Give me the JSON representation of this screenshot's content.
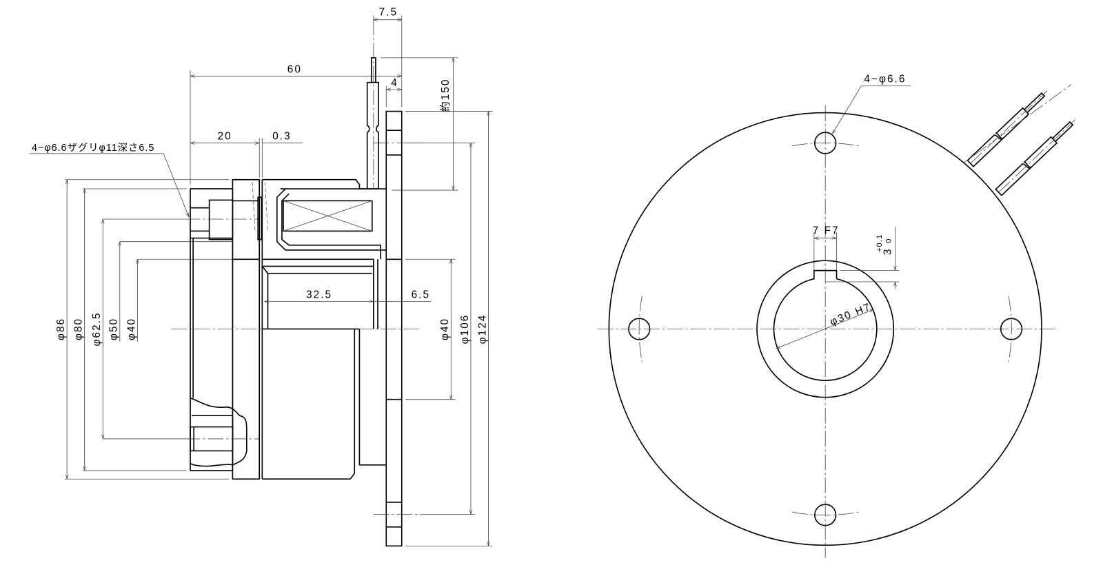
{
  "side_view": {
    "dim_overall_length": "60",
    "dim_lead_offset": "7.5",
    "dim_flange_thickness": "4",
    "dim_lead_length": "約150",
    "dim_hub_length": "20",
    "dim_air_gap": "0.3",
    "dim_body_length": "32.5",
    "dim_flange_step": "6.5",
    "hole_callout": "4−φ6.6ザグリφ11深さ6.5",
    "diameters_left": [
      "φ86",
      "φ80",
      "φ62.5",
      "φ50",
      "φ40"
    ],
    "diameters_right": [
      "φ40",
      "φ106",
      "φ124"
    ]
  },
  "front_view": {
    "hole_callout": "4−φ6.6",
    "keyway_width": "7 F7",
    "keyway_depth": "3",
    "keyway_tol_upper": "+0.1",
    "keyway_tol_lower": "0",
    "bore": "φ30 H7"
  }
}
